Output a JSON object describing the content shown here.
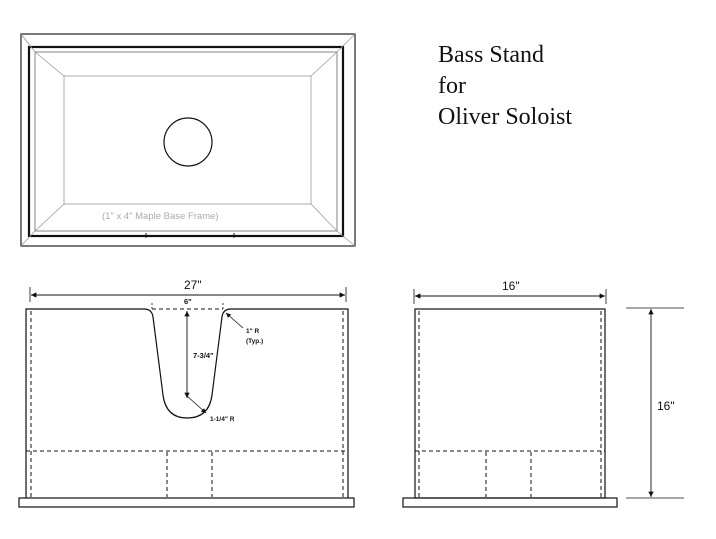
{
  "title": {
    "line1": "Bass Stand",
    "line2": "for",
    "line3": "Oliver Soloist"
  },
  "top_view": {
    "frame_label": "(1\" x 4\" Maple Base Frame)"
  },
  "front_view": {
    "width_dim": "27\"",
    "slot_width_dim": "6\"",
    "slot_depth_dim": "7-3/4\"",
    "corner_radius_note_1": "1\" R",
    "corner_radius_note_2": "(Typ.)",
    "bottom_radius_dim": "1-1/4\" R"
  },
  "side_view": {
    "width_dim": "16\"",
    "height_dim": "16\""
  }
}
